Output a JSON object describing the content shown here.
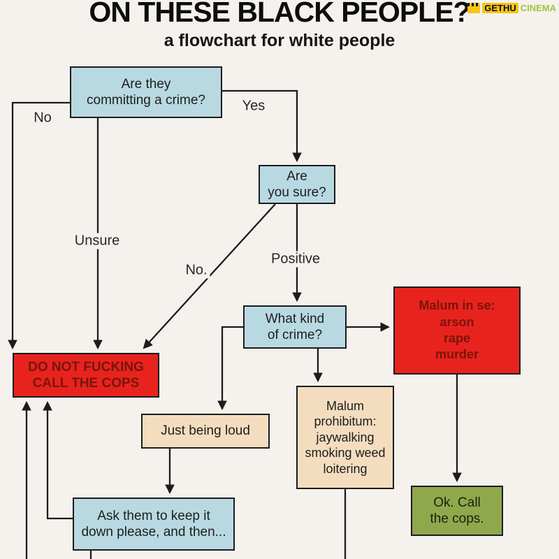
{
  "title": "ON THESE BLACK PEOPLE?",
  "subtitle": "a flowchart for white people",
  "watermark": {
    "brand_top": "GETHU",
    "brand_bottom": "CINEMA"
  },
  "colors": {
    "background": "#f5f2ee",
    "blue": "#b9d9e2",
    "tan": "#f4ddbf",
    "red": "#e8231d",
    "red_text": "#7a150b",
    "green": "#90a84c",
    "line": "#1c1c1c"
  },
  "nodes": {
    "crime_q": {
      "text": "Are they\ncommitting a crime?"
    },
    "sure_q": {
      "text": "Are\nyou sure?"
    },
    "kind_q": {
      "text": "What kind\nof crime?"
    },
    "malum_in_se": {
      "text": "Malum in se:\narson\nrape\nmurder"
    },
    "do_not_call": {
      "text": "DO NOT FUCKING\nCALL THE COPS"
    },
    "just_loud": {
      "text": "Just being loud"
    },
    "malum_prohibitum": {
      "text": "Malum\nprohibitum:\njaywalking\nsmoking weed\nloitering"
    },
    "ok_call": {
      "text": "Ok. Call\nthe cops."
    },
    "ask_keep_down": {
      "text": "Ask them to keep it\ndown please, and then..."
    }
  },
  "edge_labels": {
    "yes": "Yes",
    "no": "No",
    "unsure": "Unsure",
    "no_period": "No.",
    "positive": "Positive"
  }
}
